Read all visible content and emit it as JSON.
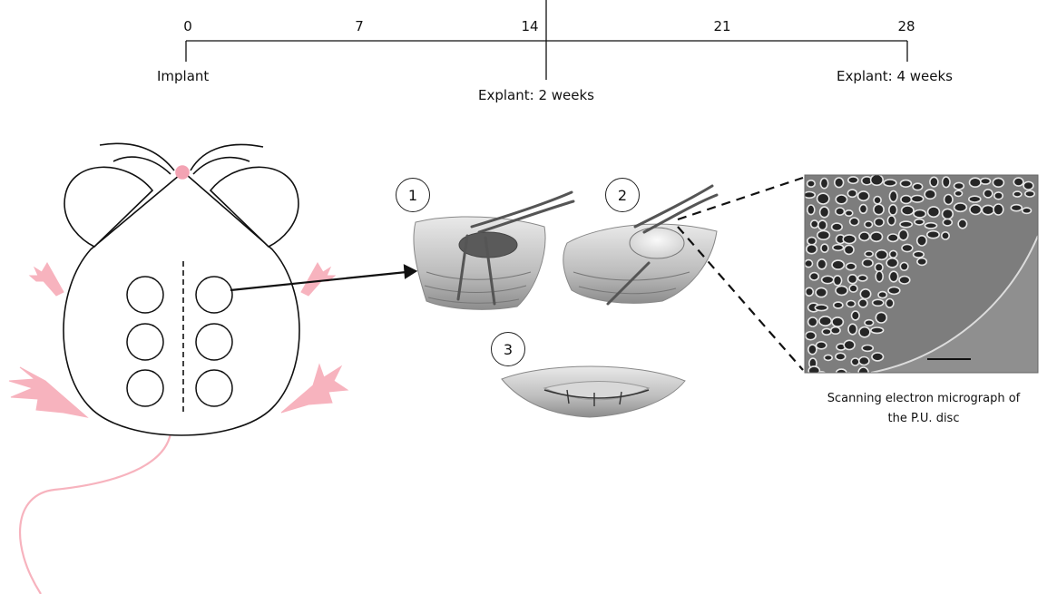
{
  "timeline": {
    "ticks": [
      "0",
      "7",
      "14",
      "21",
      "28"
    ],
    "events": {
      "implant": "Implant",
      "explant_2": "Explant: 2 weeks",
      "explant_4": "Explant: 4 weeks"
    }
  },
  "steps": [
    "1",
    "2",
    "3"
  ],
  "sem": {
    "caption_line1": "Scanning electron micrograph of",
    "caption_line2": "the P.U. disc"
  },
  "colors": {
    "line": "#111111",
    "limb": "#f7b3be",
    "tail": "#f7b3be",
    "nose": "#f3a3b3",
    "sem_bg": "#7d7d7d"
  }
}
